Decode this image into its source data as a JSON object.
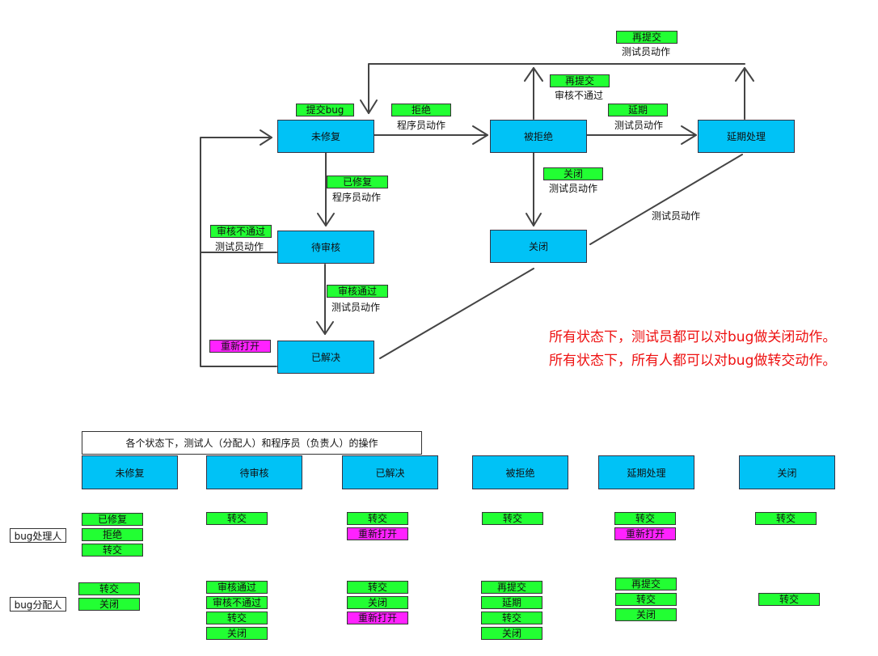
{
  "diagram": {
    "states": {
      "unfixed": "未修复",
      "rejected": "被拒绝",
      "deferred": "延期处理",
      "pending_review": "待审核",
      "closed": "关闭",
      "resolved": "已解决"
    },
    "actions": {
      "submit_bug": "提交bug",
      "reject": "拒绝",
      "resubmit": "再提交",
      "review_failed": "审核不通过",
      "defer": "延期",
      "close": "关闭",
      "fixed": "已修复",
      "review_passed": "审核通过",
      "reopen": "重新打开"
    },
    "actors": {
      "developer_action": "程序员动作",
      "tester_action": "测试员动作",
      "review_failed_note": "审核不通过"
    },
    "notes": {
      "line1": "所有状态下，测试员都可以对bug做关闭动作。",
      "line2": "所有状态下，所有人都可以对bug做转交动作。"
    }
  },
  "table": {
    "title": "各个状态下，测试人（分配人）和程序员（负责人）的操作",
    "rows": {
      "handler": "bug处理人",
      "assigner": "bug分配人"
    },
    "columns": [
      "未修复",
      "待审核",
      "已解决",
      "被拒绝",
      "延期处理",
      "关闭"
    ],
    "handler_ops": [
      [
        "已修复",
        "拒绝",
        "转交"
      ],
      [
        "转交"
      ],
      [
        "转交",
        "重新打开"
      ],
      [
        "转交"
      ],
      [
        "转交",
        "重新打开"
      ],
      [
        "转交"
      ]
    ],
    "assigner_ops": [
      [
        "转交",
        "关闭"
      ],
      [
        "审核通过",
        "审核不通过",
        "转交",
        "关闭"
      ],
      [
        "转交",
        "关闭",
        "重新打开"
      ],
      [
        "再提交",
        "延期",
        "转交",
        "关闭"
      ],
      [
        "再提交",
        "转交",
        "关闭"
      ],
      [
        "转交"
      ]
    ]
  },
  "colors": {
    "state_fill": "#00c2f6",
    "action_green": "#22ff33",
    "action_magenta": "#ff22ff",
    "note_red": "#ee1111",
    "line": "#444444"
  }
}
